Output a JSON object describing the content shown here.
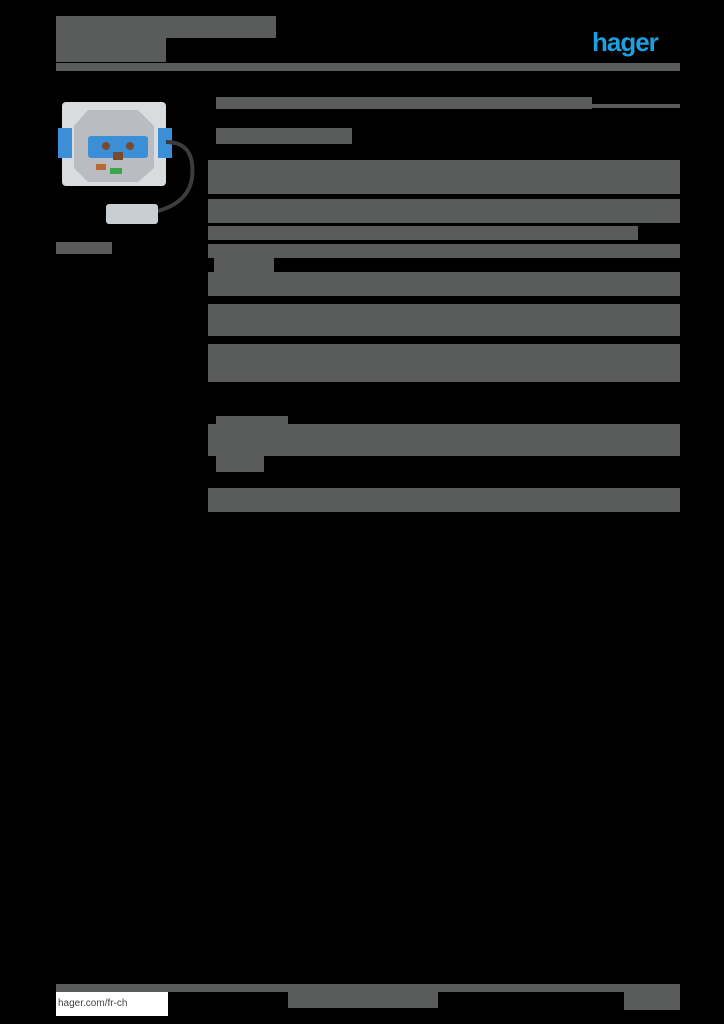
{
  "header": {
    "title": "",
    "subtitle": "",
    "logo": "hager",
    "logo_color": "#1ea0e0"
  },
  "product_image": {
    "icon": "socket-insert-photo",
    "caption": ""
  },
  "main": {
    "heading": "",
    "subheading": "",
    "spec_table_rows": 8,
    "secondary_table_rows": 2
  },
  "footer": {
    "link": "hager.com/fr-ch",
    "page_info": ""
  },
  "colors": {
    "redaction_block": "#5a5b5b",
    "background": "#000000",
    "brand": "#1ea0e0"
  }
}
